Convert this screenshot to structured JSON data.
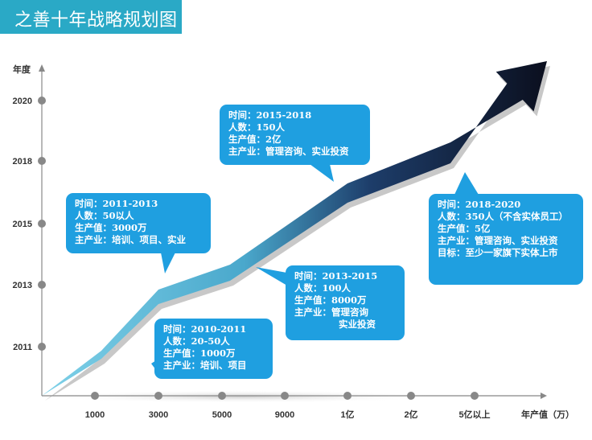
{
  "title": "之善十年战略规划图",
  "colors": {
    "title_bg": "#2aa9c6",
    "callout": "#1f9fe0",
    "arrow_light": "#7fd1e8",
    "arrow_dark": "#0b0f1e",
    "axis": "#888888",
    "dot": "#888888"
  },
  "chart_data": {
    "type": "line",
    "xlabel": "年产值（万）",
    "ylabel": "年度",
    "x_categories": [
      "1000",
      "3000",
      "5000",
      "9000",
      "1亿",
      "2亿",
      "5亿以上"
    ],
    "y_categories": [
      "2011",
      "2013",
      "2015",
      "2018",
      "2020"
    ],
    "series": [
      {
        "points": [
          {
            "x": "1000",
            "y": "2011"
          },
          {
            "x": "3000",
            "y": "2013"
          },
          {
            "x": "5000",
            "y": "2013"
          },
          {
            "x": "1亿",
            "y": "2018"
          },
          {
            "x": "5亿以上",
            "y": "2018"
          }
        ]
      }
    ],
    "annotations": [
      {
        "lines": [
          "时间：2010-2011",
          "人数：20-50人",
          "生产值：1000万",
          "主产业：培训、项目"
        ]
      },
      {
        "lines": [
          "时间：2011-2013",
          "人数：50以人",
          "生产值：3000万",
          "主产业：培训、项目、实业"
        ]
      },
      {
        "lines": [
          "时间：2013-2015",
          "人数：100人",
          "生产值：8000万",
          "主产业：管理咨询",
          "实业投资"
        ]
      },
      {
        "lines": [
          "时间：2015-2018",
          "人数：150人",
          "生产值：2亿",
          "主产业：管理咨询、实业投资"
        ]
      },
      {
        "lines": [
          "时间：2018-2020",
          "人数：350人（不含实体员工）",
          "生产值：5亿",
          "主产业：管理咨询、实业投资",
          "目标：至少一家旗下实体上市"
        ]
      }
    ]
  }
}
